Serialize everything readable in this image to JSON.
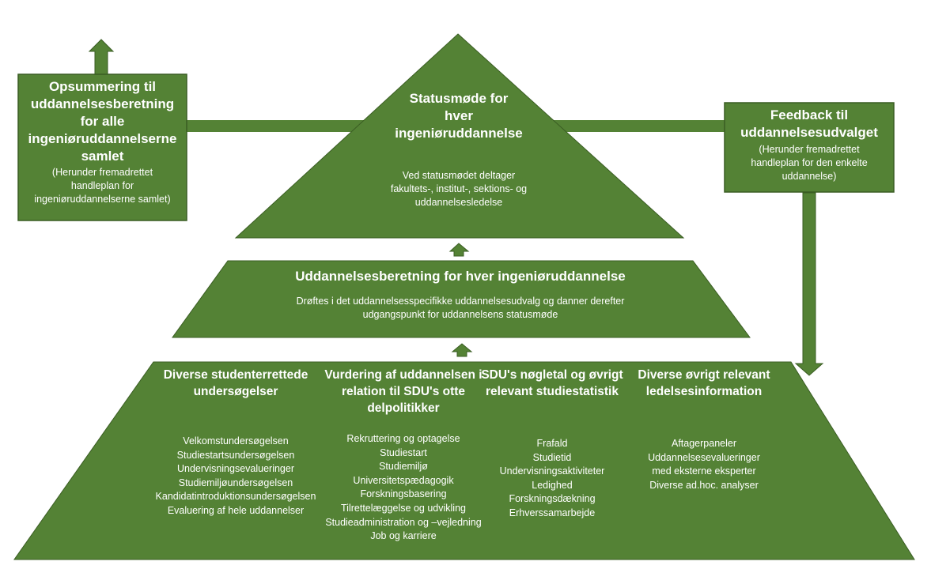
{
  "colors": {
    "fill": "#548235",
    "stroke": "#3a5d23",
    "text": "#ffffff"
  },
  "left_box": {
    "title_lines": [
      "Opsummering til",
      "uddannelsesberetning",
      "for alle",
      "ingeniøruddannelserne",
      "samlet"
    ],
    "sub_lines": [
      "(Herunder fremadrettet",
      "handleplan for",
      "ingeniøruddannelserne  samlet)"
    ]
  },
  "right_box": {
    "title_lines": [
      "Feedback til",
      "uddannelsesudvalget"
    ],
    "sub_lines": [
      "(Herunder fremadrettet",
      "handleplan for den enkelte",
      "uddannelse)"
    ]
  },
  "top_triangle": {
    "title_lines": [
      "Statusmøde for",
      "hver",
      "ingeniøruddannelse"
    ],
    "sub_lines": [
      "Ved statusmødet deltager",
      "fakultets-, institut-, sektions- og",
      "uddannelsesledelse"
    ]
  },
  "middle_level": {
    "title": "Uddannelsesberetning for hver ingeniøruddannelse",
    "sub_lines": [
      "Drøftes i det uddannelsesspecifikke  uddannelsesudvalg  og danner derefter",
      "udgangspunkt for uddannelsens  statusmøde"
    ]
  },
  "bottom_columns": [
    {
      "title_lines": [
        "Diverse studenterrettede",
        "undersøgelser"
      ],
      "items": [
        "Velkomstundersøgelsen",
        "Studiestartsundersøgelsen",
        "Undervisningsevalueringer",
        "Studiemiljøundersøgelsen",
        "Kandidatintroduktionsundersøgelsen",
        "Evaluering af hele uddannelser"
      ]
    },
    {
      "title_lines": [
        "Vurdering af uddannelsen i",
        "relation til SDU's otte",
        "delpolitikker"
      ],
      "items": [
        "Rekruttering og optagelse",
        "Studiestart",
        "Studiemiljø",
        "Universitetspædagogik",
        "Forskningsbasering",
        "Tilrettelæggelse og udvikling",
        "Studieadministration og –vejledning",
        "Job og karriere"
      ]
    },
    {
      "title_lines": [
        "SDU's nøgletal og øvrigt",
        "relevant studiestatistik"
      ],
      "items": [
        "Frafald",
        "Studietid",
        "Undervisningsaktiviteter",
        "Ledighed",
        "Forskningsdækning",
        "Erhverssamarbejde"
      ]
    },
    {
      "title_lines": [
        "Diverse øvrigt relevant",
        "ledelsesinformation"
      ],
      "items": [
        "Aftagerpaneler",
        "Uddannelsesevalueringer",
        "med eksterne eksperter",
        "Diverse ad.hoc. analyser"
      ]
    }
  ]
}
